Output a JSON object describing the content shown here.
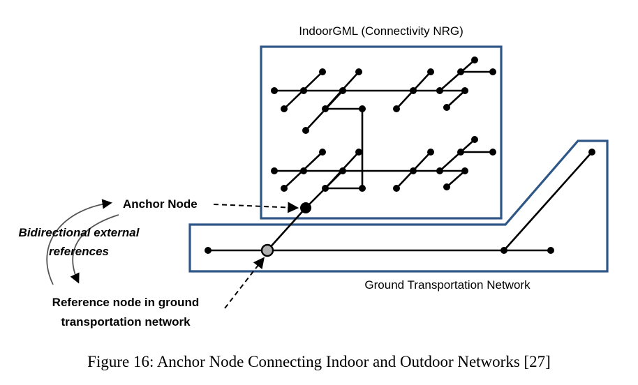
{
  "labels": {
    "indoor_title": "IndoorGML (Connectivity NRG)",
    "outdoor_title": "Ground Transportation Network",
    "anchor_node": "Anchor Node",
    "bidirectional_line1": "Bidirectional external",
    "bidirectional_line2": "references",
    "reference_line1": "Reference node in ground",
    "reference_line2": "transportation network",
    "caption": "Figure 16: Anchor Node Connecting Indoor and Outdoor Networks [27]"
  },
  "colors": {
    "box_border": "#2e5686",
    "edge": "#000000",
    "reference_node_fill": "#b0b0b0"
  }
}
